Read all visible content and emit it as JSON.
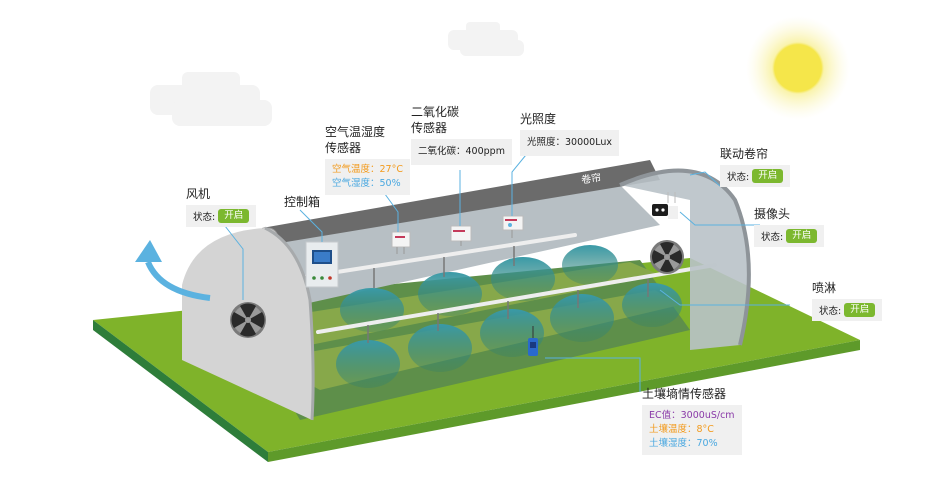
{
  "diagram": {
    "roof_banner": "卷帘",
    "colors": {
      "accent_green": "#7cb82f",
      "ground_green": "#7fb32a",
      "ground_edge": "#2e7d3a",
      "arch_grey": "#d4d4d4",
      "curtain_dark": "#6b6b6b",
      "leader_line": "#5bb2e0",
      "orange": "#f29a1c",
      "blue": "#4aa8e0",
      "purple": "#8a3aa8",
      "sun": "#f5e64a"
    }
  },
  "labels": {
    "fan": {
      "title": "风机",
      "status_label": "状态:",
      "status_value": "开启"
    },
    "control_box": {
      "title": "控制箱"
    },
    "air_sensor": {
      "title_line1": "空气温湿度",
      "title_line2": "传感器",
      "temp": "空气温度：27°C",
      "humidity": "空气湿度：50%"
    },
    "co2_sensor": {
      "title_line1": "二氧化碳",
      "title_line2": "传感器",
      "value": "二氧化碳：400ppm"
    },
    "light_sensor": {
      "title": "光照度",
      "value": "光照度：30000Lux"
    },
    "curtain": {
      "title": "联动卷帘",
      "status_label": "状态:",
      "status_value": "开启"
    },
    "camera": {
      "title": "摄像头",
      "status_label": "状态:",
      "status_value": "开启"
    },
    "sprinkler": {
      "title": "喷淋",
      "status_label": "状态:",
      "status_value": "开启"
    },
    "soil_sensor": {
      "title": "土壤墒情传感器",
      "ec": "EC值：3000uS/cm",
      "temp": "土壤温度：8°C",
      "humidity": "土壤湿度：70%"
    }
  }
}
